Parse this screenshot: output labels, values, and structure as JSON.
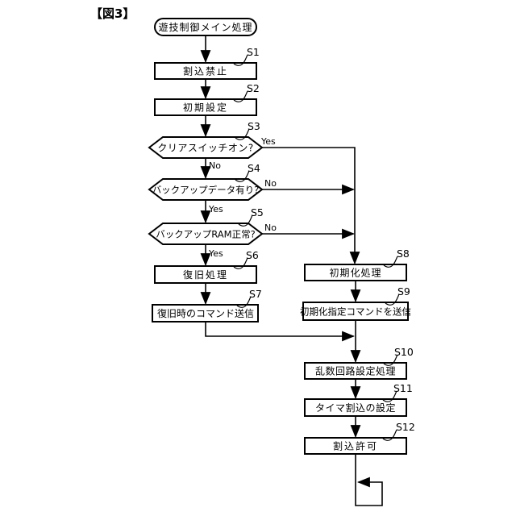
{
  "figure_title": "【図3】",
  "colors": {
    "line": "#000000",
    "background": "#ffffff"
  },
  "nodes": {
    "start": {
      "label": "遊技制御メイン処理"
    },
    "s1": {
      "step": "S1",
      "label": "割込禁止"
    },
    "s2": {
      "step": "S2",
      "label": "初期設定"
    },
    "s3": {
      "step": "S3",
      "label": "クリアスイッチオン?"
    },
    "s4": {
      "step": "S4",
      "label": "バックアップデータ有り?"
    },
    "s5": {
      "step": "S5",
      "label": "バックアップRAM正常?"
    },
    "s6": {
      "step": "S6",
      "label": "復旧処理"
    },
    "s7": {
      "step": "S7",
      "label": "復旧時のコマンド送信"
    },
    "s8": {
      "step": "S8",
      "label": "初期化処理"
    },
    "s9": {
      "step": "S9",
      "label": "初期化指定コマンドを送信"
    },
    "s10": {
      "step": "S10",
      "label": "乱数回路設定処理"
    },
    "s11": {
      "step": "S11",
      "label": "タイマ割込の設定"
    },
    "s12": {
      "step": "S12",
      "label": "割込許可"
    }
  },
  "branches": {
    "s3": {
      "yes": "Yes",
      "no": "No"
    },
    "s4": {
      "yes": "Yes",
      "no": "No"
    },
    "s5": {
      "yes": "Yes",
      "no": "No"
    }
  }
}
